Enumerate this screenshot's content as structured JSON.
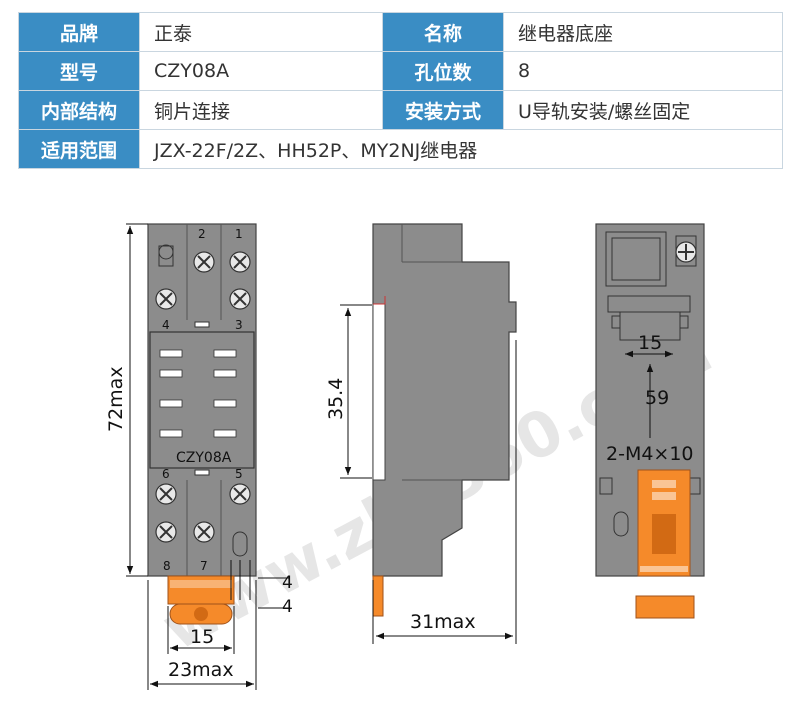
{
  "specs": [
    [
      {
        "k": "品牌",
        "v": "正泰"
      },
      {
        "k": "名称",
        "v": "继电器底座"
      }
    ],
    [
      {
        "k": "型号",
        "v": "CZY08A"
      },
      {
        "k": "孔位数",
        "v": "8"
      }
    ],
    [
      {
        "k": "内部结构",
        "v": "铜片连接"
      },
      {
        "k": "安装方式",
        "v": "U导轨安装/螺丝固定"
      }
    ],
    [
      {
        "k": "适用范围",
        "v": "JZX-22F/2Z、HH52P、MY2NJ继电器"
      }
    ]
  ],
  "drawing": {
    "front": {
      "model_label": "CZY08A",
      "terminals": [
        "1",
        "2",
        "3",
        "4",
        "5",
        "6",
        "7",
        "8"
      ],
      "height_dim": "72max",
      "width_dim": "23max",
      "pitch_dim": "15",
      "small_dim": "4"
    },
    "side": {
      "rail_dim": "35.4",
      "depth_dim": "31max"
    },
    "back": {
      "width_dim": "15",
      "height_dim": "59",
      "screw_label": "2-M4×10"
    },
    "watermark": "www.zkh360.com"
  },
  "colors": {
    "header_bg": "#3a8dc4",
    "body_gray": "#8c8c8c",
    "orange": "#f58a2a"
  }
}
